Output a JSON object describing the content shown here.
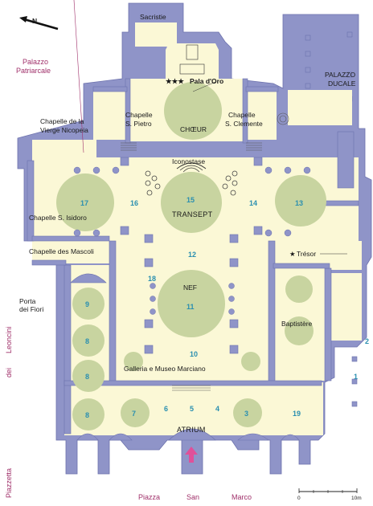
{
  "colors": {
    "wall": "#8f94c8",
    "wall_dark": "#6d72ad",
    "floor": "#fbf8d6",
    "zone": "#c8d4a0",
    "label": "#1a1a1a",
    "exterior": "#a0306a",
    "number": "#2a8fb0",
    "arrow": "#e0509a"
  },
  "compass": {
    "label": "N",
    "icon": "north-arrow-icon"
  },
  "rooms": {
    "sacristie": "Sacristie",
    "pala_oro": "Pala d'Oro",
    "pala_stars": "★★★",
    "chapelle_pietro_1": "Chapelle",
    "chapelle_pietro_2": "S. Pietro",
    "choeur": "CHŒUR",
    "chapelle_clemente_1": "Chapelle",
    "chapelle_clemente_2": "S. Clemente",
    "chapelle_vierge_1": "Chapelle de la",
    "chapelle_vierge_2": "Vierge Nicopeia",
    "iconostase": "Iconostase",
    "chapelle_isidoro": "Chapelle S. Isidoro",
    "transept": "TRANSEPT",
    "chapelle_mascoli": "Chapelle des Mascoli",
    "tresor": "Trésor",
    "tresor_star": "★",
    "nef": "NEF",
    "porta_fiori_1": "Porta",
    "porta_fiori_2": "dei Fiori",
    "baptistere": "Baptistère",
    "galleria": "Galleria e Museo Marciano",
    "atrium": "ATRIUM"
  },
  "exterior": {
    "palazzo_patriarcale_1": "Palazzo",
    "palazzo_patriarcale_2": "Patriarcale",
    "palazzo_ducale_1": "PALAZZO",
    "palazzo_ducale_2": "DUCALE",
    "piazzetta": "Piazzetta",
    "dei": "dei",
    "leoncini": "Leoncini",
    "piazza": "Piazza",
    "san": "San",
    "marco": "Marco"
  },
  "numbers": [
    "1",
    "2",
    "3",
    "4",
    "5",
    "6",
    "7",
    "8",
    "8",
    "8",
    "9",
    "10",
    "11",
    "12",
    "13",
    "14",
    "15",
    "16",
    "17",
    "18",
    "19"
  ],
  "scale": {
    "start": "0",
    "end": "10m"
  },
  "entrance_icon": "entrance-arrow-icon"
}
